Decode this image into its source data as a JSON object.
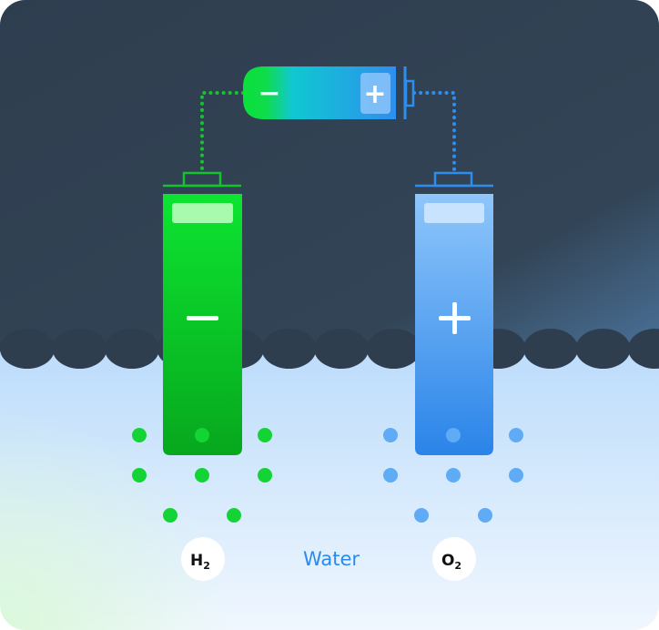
{
  "diagram": {
    "battery": {
      "negative_symbol": "−",
      "positive_symbol": "+"
    },
    "cathode": {
      "symbol": "−",
      "color": "#0fd12c"
    },
    "anode": {
      "symbol": "+",
      "color": "#4a9cf0"
    },
    "labels": {
      "hydrogen": {
        "base": "H",
        "sub": "2"
      },
      "oxygen": {
        "base": "O",
        "sub": "2"
      },
      "water": "Water"
    },
    "colors": {
      "background": "#2f3e4f",
      "water_top": "#6fb4fb",
      "water_bottom": "#eef6fe",
      "green": "#12d12e",
      "blue": "#2e8ef0",
      "water_text": "#2a8af0"
    }
  }
}
